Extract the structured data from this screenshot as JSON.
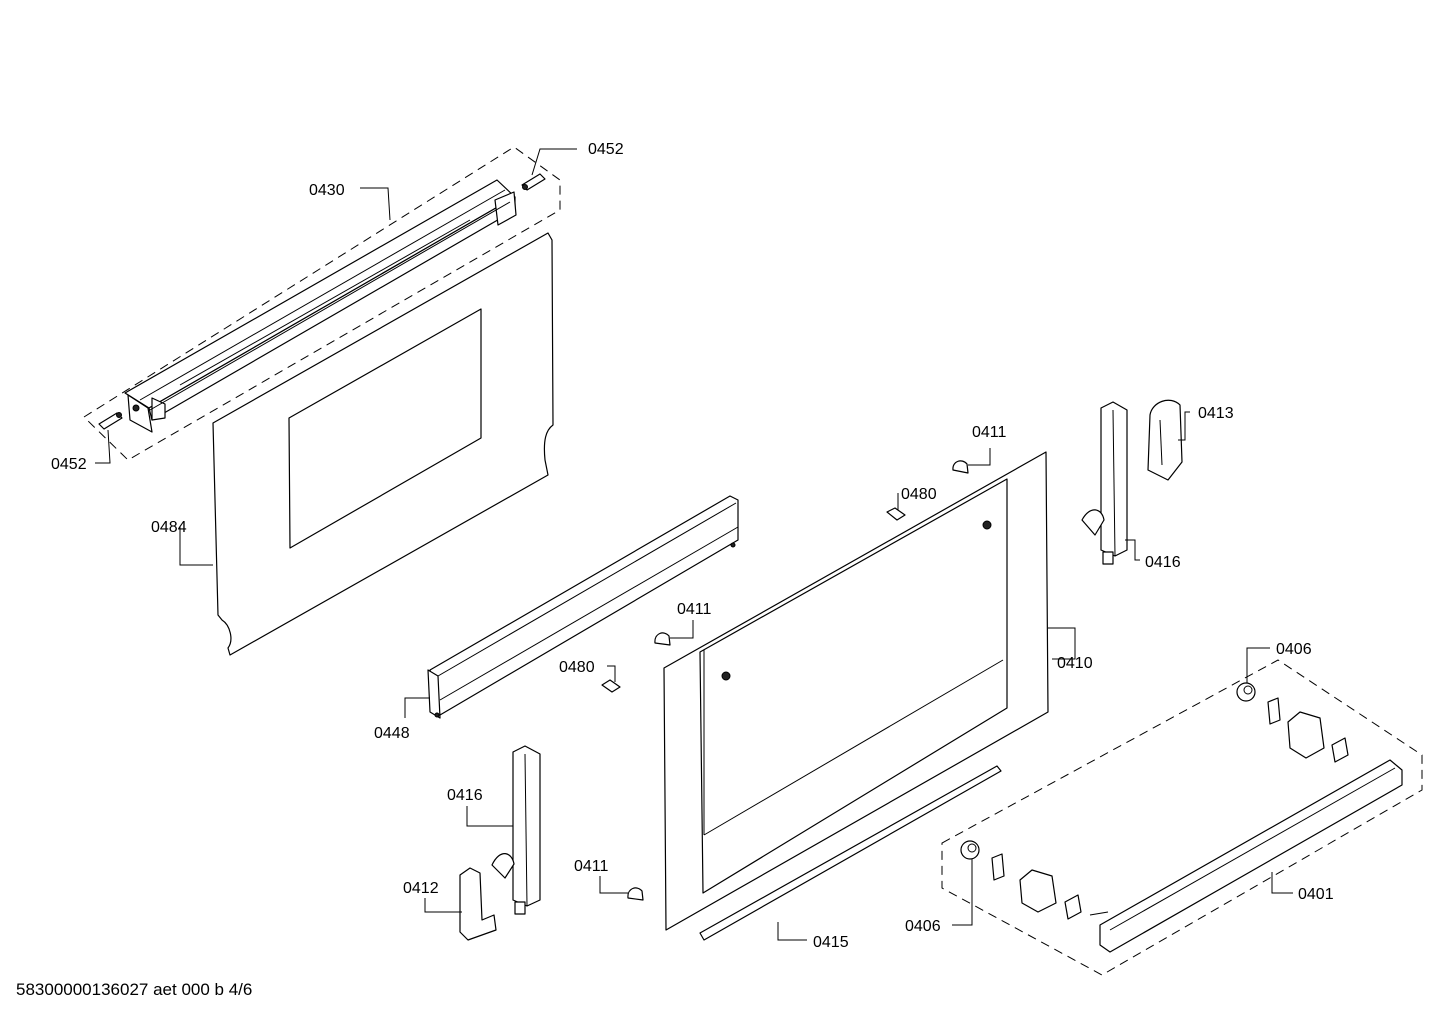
{
  "drawing": {
    "footer_caption": "58300000136027 aet 000 b 4/6"
  },
  "callouts": [
    {
      "id": "c0452a",
      "text": "0452"
    },
    {
      "id": "c0430",
      "text": "0430"
    },
    {
      "id": "c0452b",
      "text": "0452"
    },
    {
      "id": "c0484",
      "text": "0484"
    },
    {
      "id": "c0411a",
      "text": "0411"
    },
    {
      "id": "c0480a",
      "text": "0480"
    },
    {
      "id": "c0413",
      "text": "0413"
    },
    {
      "id": "c0416a",
      "text": "0416"
    },
    {
      "id": "c0411b",
      "text": "0411"
    },
    {
      "id": "c0480b",
      "text": "0480"
    },
    {
      "id": "c0410",
      "text": "0410"
    },
    {
      "id": "c0406a",
      "text": "0406"
    },
    {
      "id": "c0448",
      "text": "0448"
    },
    {
      "id": "c0416b",
      "text": "0416"
    },
    {
      "id": "c0411c",
      "text": "0411"
    },
    {
      "id": "c0412",
      "text": "0412"
    },
    {
      "id": "c0415",
      "text": "0415"
    },
    {
      "id": "c0406b",
      "text": "0406"
    },
    {
      "id": "c0401",
      "text": "0401"
    }
  ]
}
